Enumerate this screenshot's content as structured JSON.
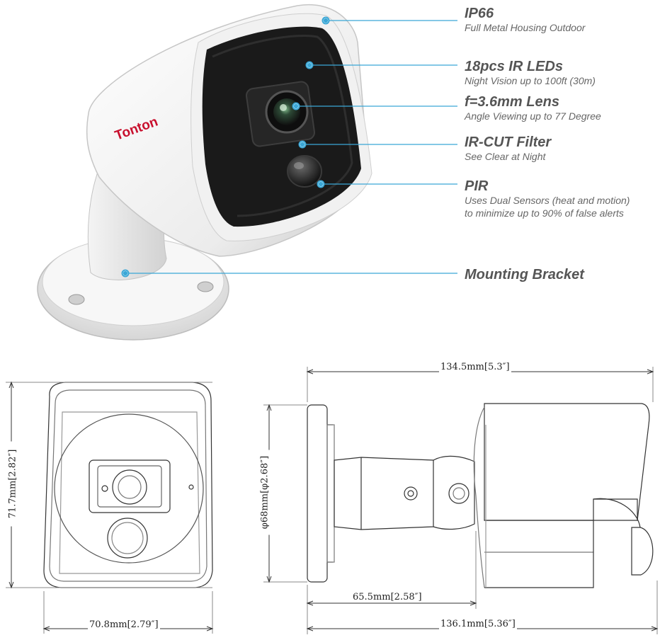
{
  "brand": {
    "logo_text": "Tonton",
    "accent_color": "#c8102e",
    "line_color": "#3aa7d6"
  },
  "callouts": [
    {
      "title": "IP66",
      "desc": [
        "Full Metal Housing Outdoor"
      ]
    },
    {
      "title": "18pcs IR LEDs",
      "desc": [
        "Night Vision up to 100ft (30m)"
      ]
    },
    {
      "title": "f=3.6mm Lens",
      "desc": [
        "Angle Viewing up to 77 Degree"
      ]
    },
    {
      "title": "IR-CUT Filter",
      "desc": [
        "See Clear at Night"
      ]
    },
    {
      "title": "PIR",
      "desc": [
        "Uses Dual Sensors (heat and motion)",
        "to minimize up to 90% of false alerts"
      ]
    },
    {
      "title": "Mounting Bracket",
      "desc": []
    }
  ],
  "dimensions": {
    "front_height": "71.7mm[2.82″]",
    "front_width": "70.8mm[2.79″]",
    "side_top_length": "134.5mm[5.3″]",
    "side_diameter": "φ68mm[φ2.68″]",
    "side_mount_length": "65.5mm[2.58″]",
    "side_total_length": "136.1mm[5.36″]"
  }
}
